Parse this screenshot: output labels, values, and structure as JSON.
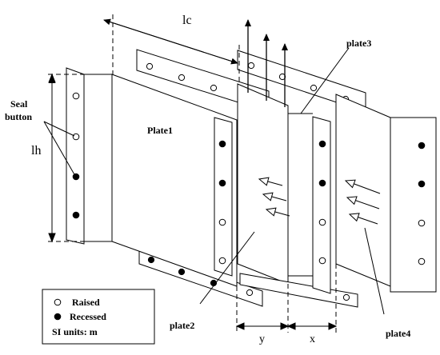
{
  "labels": {
    "lc": "lc",
    "lh": "lh",
    "seal_button": [
      "Seal",
      "button"
    ],
    "plate1": "Plate1",
    "plate2": "plate2",
    "plate3": "plate3",
    "plate4": "plate4",
    "y": "y",
    "x": "x"
  },
  "legend": {
    "raised": "Raised",
    "recessed": "Recessed",
    "units": "SI units: m"
  },
  "colors": {
    "line": "#000000",
    "strip_fill": "#ffffff",
    "raised_fill": "#ffffff",
    "recessed_fill": "#000000"
  }
}
